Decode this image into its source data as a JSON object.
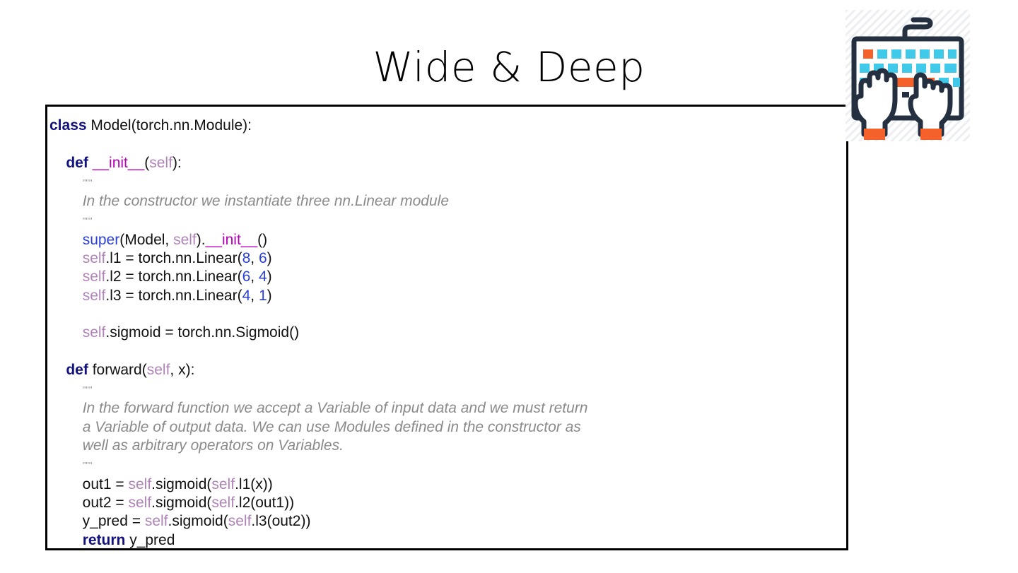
{
  "slide": {
    "title": "Wide & Deep",
    "background_color": "#ffffff"
  },
  "illustration": {
    "name": "typing-hands-keyboard",
    "colors": {
      "outline": "#24303f",
      "key_primary": "#40c9e8",
      "key_accent": "#f4612a",
      "hatch": "#e9ebee",
      "hand_fill": "#ffffff"
    }
  },
  "code": {
    "language": "python",
    "border_color": "#000000",
    "syntax_colors": {
      "keyword": "#12127e",
      "self": "#b083b8",
      "dunder": "#b300b3",
      "number": "#2a3fd4",
      "function": "#2a3fd4",
      "docstring": "#8a8a8a",
      "text": "#111111"
    },
    "lines": [
      {
        "id": "l01",
        "tokens": [
          {
            "t": "class ",
            "c": "kw"
          },
          {
            "t": "Model(torch.nn.Module):",
            "c": "plain"
          }
        ]
      },
      {
        "id": "l02",
        "tokens": []
      },
      {
        "id": "l03",
        "tokens": [
          {
            "t": "    ",
            "c": "plain"
          },
          {
            "t": "def ",
            "c": "kw"
          },
          {
            "t": "__init__",
            "c": "magic"
          },
          {
            "t": "(",
            "c": "plain"
          },
          {
            "t": "self",
            "c": "slf"
          },
          {
            "t": "):",
            "c": "plain"
          }
        ]
      },
      {
        "id": "l04",
        "tokens": [
          {
            "t": "        ",
            "c": "plain"
          },
          {
            "t": "\"\"\"",
            "c": "qq"
          }
        ]
      },
      {
        "id": "l05",
        "tokens": [
          {
            "t": "        ",
            "c": "plain"
          },
          {
            "t": "In the constructor we instantiate three nn.Linear module",
            "c": "doc"
          }
        ]
      },
      {
        "id": "l06",
        "tokens": [
          {
            "t": "        ",
            "c": "plain"
          },
          {
            "t": "\"\"\"",
            "c": "qq"
          }
        ]
      },
      {
        "id": "l07",
        "tokens": [
          {
            "t": "        ",
            "c": "plain"
          },
          {
            "t": "super",
            "c": "fn"
          },
          {
            "t": "(Model, ",
            "c": "plain"
          },
          {
            "t": "self",
            "c": "slf"
          },
          {
            "t": ").",
            "c": "plain"
          },
          {
            "t": "__init__",
            "c": "magic"
          },
          {
            "t": "()",
            "c": "plain"
          }
        ]
      },
      {
        "id": "l08",
        "tokens": [
          {
            "t": "        ",
            "c": "plain"
          },
          {
            "t": "self",
            "c": "slf"
          },
          {
            "t": ".l1 = torch.nn.Linear(",
            "c": "plain"
          },
          {
            "t": "8",
            "c": "num"
          },
          {
            "t": ", ",
            "c": "plain"
          },
          {
            "t": "6",
            "c": "num"
          },
          {
            "t": ")",
            "c": "plain"
          }
        ]
      },
      {
        "id": "l09",
        "tokens": [
          {
            "t": "        ",
            "c": "plain"
          },
          {
            "t": "self",
            "c": "slf"
          },
          {
            "t": ".l2 = torch.nn.Linear(",
            "c": "plain"
          },
          {
            "t": "6",
            "c": "num"
          },
          {
            "t": ", ",
            "c": "plain"
          },
          {
            "t": "4",
            "c": "num"
          },
          {
            "t": ")",
            "c": "plain"
          }
        ]
      },
      {
        "id": "l10",
        "tokens": [
          {
            "t": "        ",
            "c": "plain"
          },
          {
            "t": "self",
            "c": "slf"
          },
          {
            "t": ".l3 = torch.nn.Linear(",
            "c": "plain"
          },
          {
            "t": "4",
            "c": "num"
          },
          {
            "t": ", ",
            "c": "plain"
          },
          {
            "t": "1",
            "c": "num"
          },
          {
            "t": ")",
            "c": "plain"
          }
        ]
      },
      {
        "id": "l11",
        "tokens": []
      },
      {
        "id": "l12",
        "tokens": [
          {
            "t": "        ",
            "c": "plain"
          },
          {
            "t": "self",
            "c": "slf"
          },
          {
            "t": ".sigmoid = torch.nn.Sigmoid()",
            "c": "plain"
          }
        ]
      },
      {
        "id": "l13",
        "tokens": []
      },
      {
        "id": "l14",
        "tokens": [
          {
            "t": "    ",
            "c": "plain"
          },
          {
            "t": "def ",
            "c": "kw"
          },
          {
            "t": "forward(",
            "c": "plain"
          },
          {
            "t": "self",
            "c": "slf"
          },
          {
            "t": ", x):",
            "c": "plain"
          }
        ]
      },
      {
        "id": "l15",
        "tokens": [
          {
            "t": "        ",
            "c": "plain"
          },
          {
            "t": "\"\"\"",
            "c": "qq"
          }
        ]
      },
      {
        "id": "l16",
        "tokens": [
          {
            "t": "        ",
            "c": "plain"
          },
          {
            "t": "In the forward function we accept a Variable of input data and we must return",
            "c": "doc"
          }
        ]
      },
      {
        "id": "l17",
        "tokens": [
          {
            "t": "        ",
            "c": "plain"
          },
          {
            "t": "a Variable of output data. We can use Modules defined in the constructor as",
            "c": "doc"
          }
        ]
      },
      {
        "id": "l18",
        "tokens": [
          {
            "t": "        ",
            "c": "plain"
          },
          {
            "t": "well as arbitrary operators on Variables.",
            "c": "doc"
          }
        ]
      },
      {
        "id": "l19",
        "tokens": [
          {
            "t": "        ",
            "c": "plain"
          },
          {
            "t": "\"\"\"",
            "c": "qq"
          }
        ]
      },
      {
        "id": "l20",
        "tokens": [
          {
            "t": "        out1 = ",
            "c": "plain"
          },
          {
            "t": "self",
            "c": "slf"
          },
          {
            "t": ".sigmoid(",
            "c": "plain"
          },
          {
            "t": "self",
            "c": "slf"
          },
          {
            "t": ".l1(x))",
            "c": "plain"
          }
        ]
      },
      {
        "id": "l21",
        "tokens": [
          {
            "t": "        out2 = ",
            "c": "plain"
          },
          {
            "t": "self",
            "c": "slf"
          },
          {
            "t": ".sigmoid(",
            "c": "plain"
          },
          {
            "t": "self",
            "c": "slf"
          },
          {
            "t": ".l2(out1))",
            "c": "plain"
          }
        ]
      },
      {
        "id": "l22",
        "tokens": [
          {
            "t": "        y_pred = ",
            "c": "plain"
          },
          {
            "t": "self",
            "c": "slf"
          },
          {
            "t": ".sigmoid(",
            "c": "plain"
          },
          {
            "t": "self",
            "c": "slf"
          },
          {
            "t": ".l3(out2))",
            "c": "plain"
          }
        ]
      },
      {
        "id": "l23",
        "tokens": [
          {
            "t": "        ",
            "c": "plain"
          },
          {
            "t": "return ",
            "c": "kw"
          },
          {
            "t": "y_pred",
            "c": "plain"
          }
        ]
      }
    ]
  }
}
